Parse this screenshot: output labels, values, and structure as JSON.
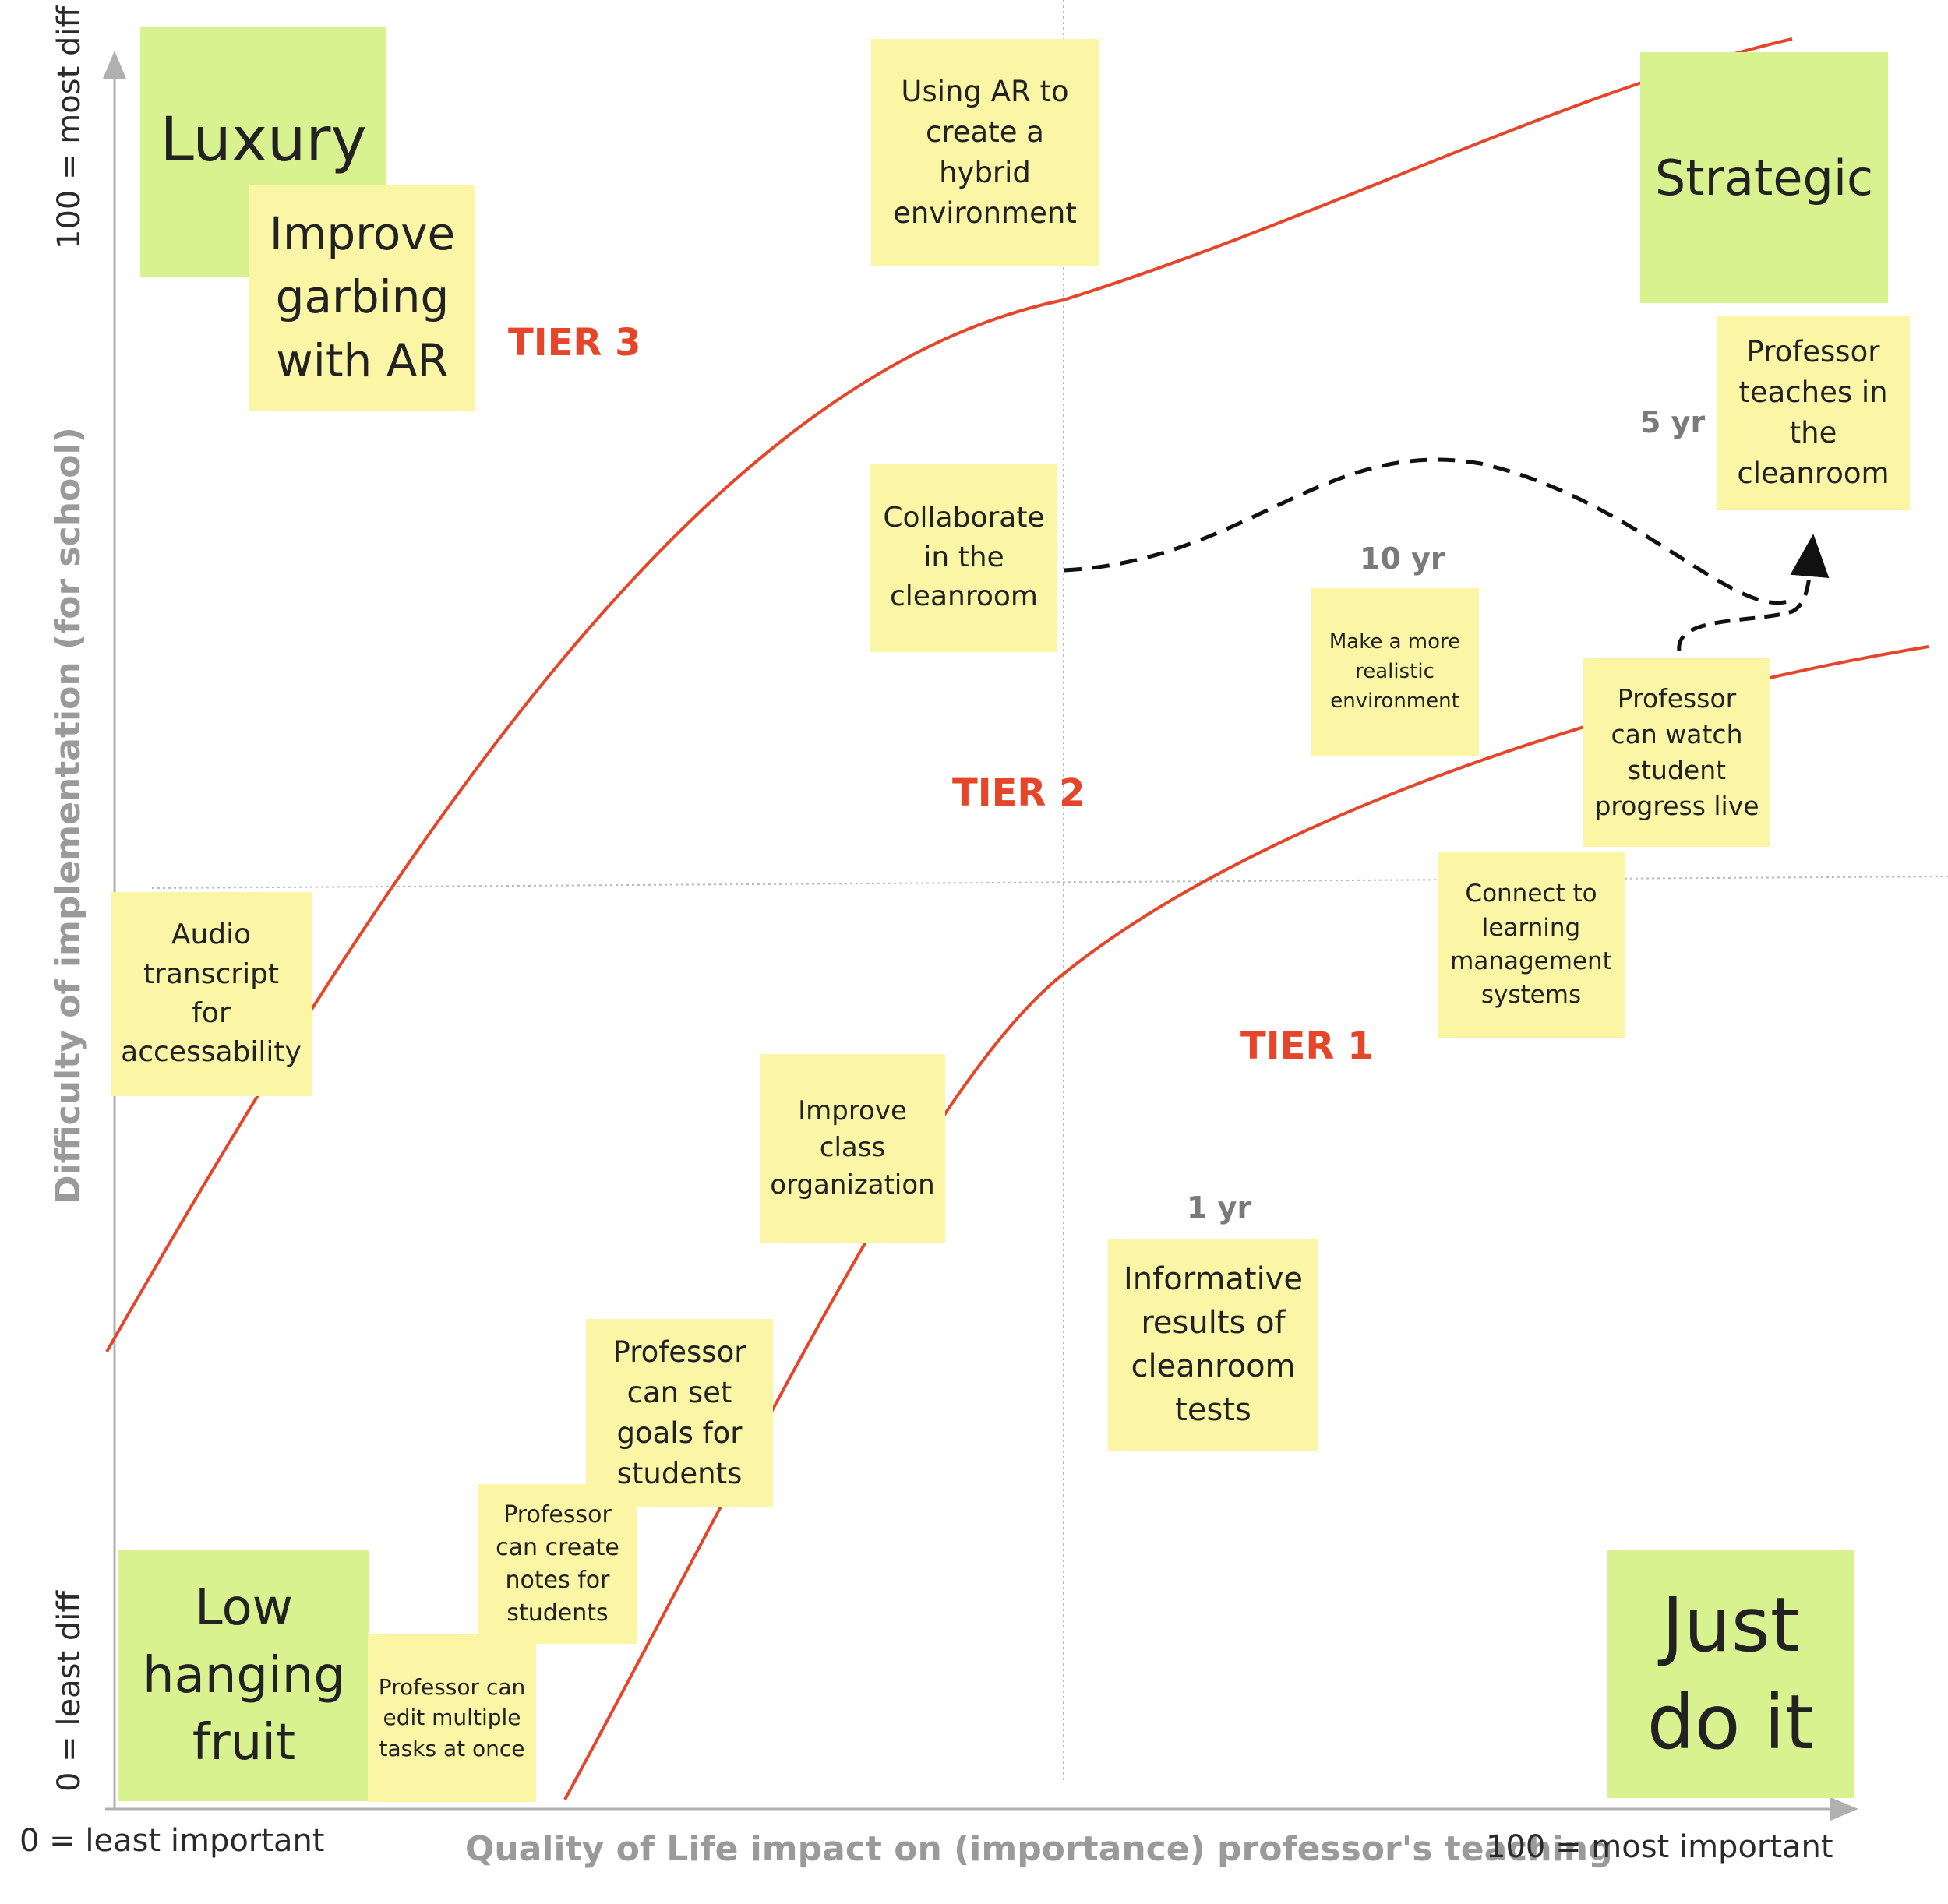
{
  "axes": {
    "y_title": "Difficulty of implementation (for school)",
    "y_max_label": "100 = most diff",
    "y_min_label": "0 = least diff",
    "x_title": "Quality of Life impact on (importance) professor's teaching",
    "x_min_label": "0 = least important",
    "x_max_label": "100 = most important"
  },
  "tiers": {
    "tier1": "TIER 1",
    "tier2": "TIER 2",
    "tier3": "TIER 3"
  },
  "timeline": {
    "y1": "1 yr",
    "y5": "5 yr",
    "y10": "10 yr"
  },
  "quadrants": {
    "luxury": "Luxury",
    "strategic": "Strategic",
    "low_hanging": "Low hanging fruit",
    "just_do_it": "Just do it"
  },
  "notes": {
    "garbing": "Improve garbing with AR",
    "hybrid": "Using AR to create a hybrid environment",
    "teaches": "Professor teaches in the cleanroom",
    "collaborate": "Collaborate in the cleanroom",
    "realistic": "Make a more realistic environment",
    "watch": "Professor can watch student progress live",
    "lms": "Connect to learning management systems",
    "audio": "Audio transcript for accessability",
    "organization": "Improve class organization",
    "results": "Informative results of cleanroom tests",
    "goals": "Professor can set goals for students",
    "notes_for": "Professor can create notes for students",
    "edit_multiple": "Professor can edit multiple tasks at once"
  },
  "colors": {
    "tier_curve": "#e5462a",
    "sticky_yellow": "#fbf6a6",
    "sticky_green": "#d7f28f",
    "axis": "#b0b0b0"
  }
}
